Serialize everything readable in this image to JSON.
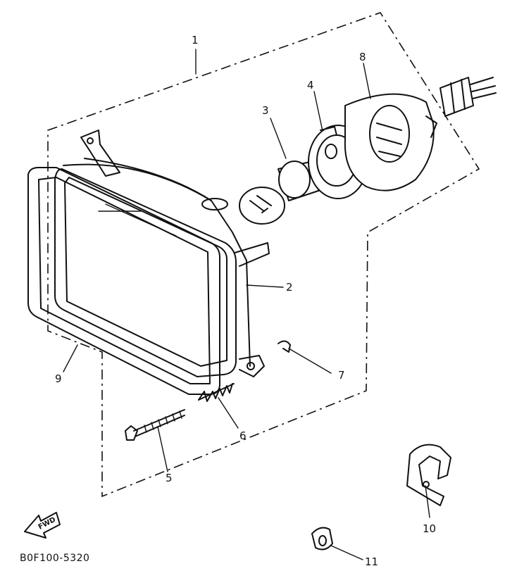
{
  "diagram": {
    "drawing_code": "B0F100-5320",
    "fwd_label": "FWD",
    "callouts": [
      {
        "id": "1",
        "label": "1"
      },
      {
        "id": "2",
        "label": "2"
      },
      {
        "id": "3",
        "label": "3"
      },
      {
        "id": "4",
        "label": "4"
      },
      {
        "id": "5",
        "label": "5"
      },
      {
        "id": "6",
        "label": "6"
      },
      {
        "id": "7",
        "label": "7"
      },
      {
        "id": "8",
        "label": "8"
      },
      {
        "id": "9",
        "label": "9"
      },
      {
        "id": "10",
        "label": "10"
      },
      {
        "id": "11",
        "label": "11"
      }
    ],
    "colors": {
      "ink": "#111111",
      "paper": "#ffffff"
    }
  }
}
